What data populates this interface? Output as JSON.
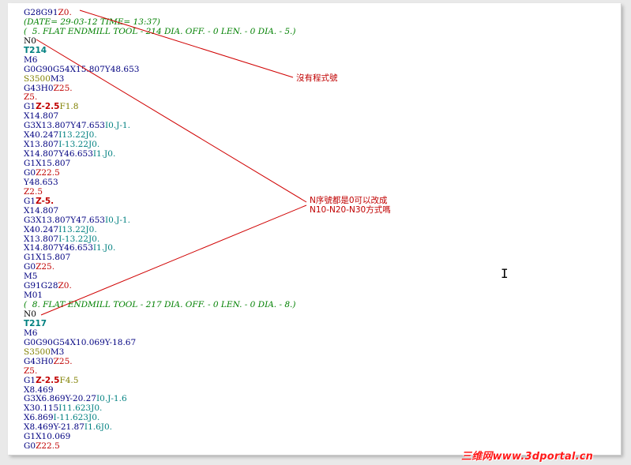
{
  "document": {
    "lines": [
      [
        {
          "t": "G28G91",
          "c": "c-navy"
        },
        {
          "t": "Z0.",
          "c": "c-red"
        }
      ],
      [
        {
          "t": "(DATE= 29-03-12 TIME= 13:37)",
          "c": "c-cmt"
        }
      ],
      [
        {
          "t": "(  5. FLAT ENDMILL TOOL - 214 DIA. OFF. - 0 LEN. - 0 DIA. - 5.)",
          "c": "c-cmt"
        }
      ],
      [
        {
          "t": "N0",
          "c": "c-blk"
        }
      ],
      [
        {
          "t": "T214",
          "c": "c-tool"
        }
      ],
      [
        {
          "t": "M6",
          "c": "c-navy"
        }
      ],
      [
        {
          "t": "G0G90G54X15.807Y48.653",
          "c": "c-navy"
        }
      ],
      [
        {
          "t": "S3500",
          "c": "c-olive"
        },
        {
          "t": "M3",
          "c": "c-navy"
        }
      ],
      [
        {
          "t": "G43H0",
          "c": "c-navy"
        },
        {
          "t": "Z25.",
          "c": "c-red"
        }
      ],
      [
        {
          "t": "Z5.",
          "c": "c-red"
        }
      ],
      [
        {
          "t": "G1",
          "c": "c-navy"
        },
        {
          "t": "Z-2.5",
          "c": "c-zbold"
        },
        {
          "t": "F1.8",
          "c": "c-olive"
        }
      ],
      [
        {
          "t": "X14.807",
          "c": "c-navy"
        }
      ],
      [
        {
          "t": "G3X13.807Y47.653",
          "c": "c-navy"
        },
        {
          "t": "I0.J-1.",
          "c": "c-teal"
        }
      ],
      [
        {
          "t": "X40.247",
          "c": "c-navy"
        },
        {
          "t": "I13.22J0.",
          "c": "c-teal"
        }
      ],
      [
        {
          "t": "X13.807",
          "c": "c-navy"
        },
        {
          "t": "I-13.22J0.",
          "c": "c-teal"
        }
      ],
      [
        {
          "t": "X14.807Y46.653",
          "c": "c-navy"
        },
        {
          "t": "I1.J0.",
          "c": "c-teal"
        }
      ],
      [
        {
          "t": "G1X15.807",
          "c": "c-navy"
        }
      ],
      [
        {
          "t": "G0",
          "c": "c-navy"
        },
        {
          "t": "Z22.5",
          "c": "c-red"
        }
      ],
      [
        {
          "t": "Y48.653",
          "c": "c-navy"
        }
      ],
      [
        {
          "t": "Z2.5",
          "c": "c-red"
        }
      ],
      [
        {
          "t": "G1",
          "c": "c-navy"
        },
        {
          "t": "Z-5.",
          "c": "c-zbold"
        }
      ],
      [
        {
          "t": "X14.807",
          "c": "c-navy"
        }
      ],
      [
        {
          "t": "G3X13.807Y47.653",
          "c": "c-navy"
        },
        {
          "t": "I0.J-1.",
          "c": "c-teal"
        }
      ],
      [
        {
          "t": "X40.247",
          "c": "c-navy"
        },
        {
          "t": "I13.22J0.",
          "c": "c-teal"
        }
      ],
      [
        {
          "t": "X13.807",
          "c": "c-navy"
        },
        {
          "t": "I-13.22J0.",
          "c": "c-teal"
        }
      ],
      [
        {
          "t": "X14.807Y46.653",
          "c": "c-navy"
        },
        {
          "t": "I1.J0.",
          "c": "c-teal"
        }
      ],
      [
        {
          "t": "G1X15.807",
          "c": "c-navy"
        }
      ],
      [
        {
          "t": "G0",
          "c": "c-navy"
        },
        {
          "t": "Z25.",
          "c": "c-red"
        }
      ],
      [
        {
          "t": "M5",
          "c": "c-navy"
        }
      ],
      [
        {
          "t": "G91G28",
          "c": "c-navy"
        },
        {
          "t": "Z0.",
          "c": "c-red"
        }
      ],
      [
        {
          "t": "M01",
          "c": "c-navy"
        }
      ],
      [
        {
          "t": "(  8. FLAT ENDMILL TOOL - 217 DIA. OFF. - 0 LEN. - 0 DIA. - 8.)",
          "c": "c-cmt"
        }
      ],
      [
        {
          "t": "N0",
          "c": "c-blk"
        }
      ],
      [
        {
          "t": "T217",
          "c": "c-tool"
        }
      ],
      [
        {
          "t": "M6",
          "c": "c-navy"
        }
      ],
      [
        {
          "t": "G0G90G54X10.069Y-18.67",
          "c": "c-navy"
        }
      ],
      [
        {
          "t": "S3500",
          "c": "c-olive"
        },
        {
          "t": "M3",
          "c": "c-navy"
        }
      ],
      [
        {
          "t": "G43H0",
          "c": "c-navy"
        },
        {
          "t": "Z25.",
          "c": "c-red"
        }
      ],
      [
        {
          "t": "Z5.",
          "c": "c-red"
        }
      ],
      [
        {
          "t": "G1",
          "c": "c-navy"
        },
        {
          "t": "Z-2.5",
          "c": "c-zbold"
        },
        {
          "t": "F4.5",
          "c": "c-olive"
        }
      ],
      [
        {
          "t": "X8.469",
          "c": "c-navy"
        }
      ],
      [
        {
          "t": "G3X6.869Y-20.27",
          "c": "c-navy"
        },
        {
          "t": "I0.J-1.6",
          "c": "c-teal"
        }
      ],
      [
        {
          "t": "X30.115",
          "c": "c-navy"
        },
        {
          "t": "I11.623J0.",
          "c": "c-teal"
        }
      ],
      [
        {
          "t": "X6.869",
          "c": "c-navy"
        },
        {
          "t": "I-11.623J0.",
          "c": "c-teal"
        }
      ],
      [
        {
          "t": "X8.469Y-21.87",
          "c": "c-navy"
        },
        {
          "t": "I1.6J0.",
          "c": "c-teal"
        }
      ],
      [
        {
          "t": "G1X10.069",
          "c": "c-navy"
        }
      ],
      [
        {
          "t": "G0",
          "c": "c-navy"
        },
        {
          "t": "Z22.5",
          "c": "c-red"
        }
      ]
    ]
  },
  "annotations": {
    "no_program_number": "沒有程式號",
    "sequence_note_line1": "N序號都是0可以改成",
    "sequence_note_line2": "N10-N20-N30方式嗎"
  },
  "watermark": "三维网www.3dportal.cn",
  "colors": {
    "leader_line": "#d00000",
    "annotation_text": "#c00000"
  }
}
